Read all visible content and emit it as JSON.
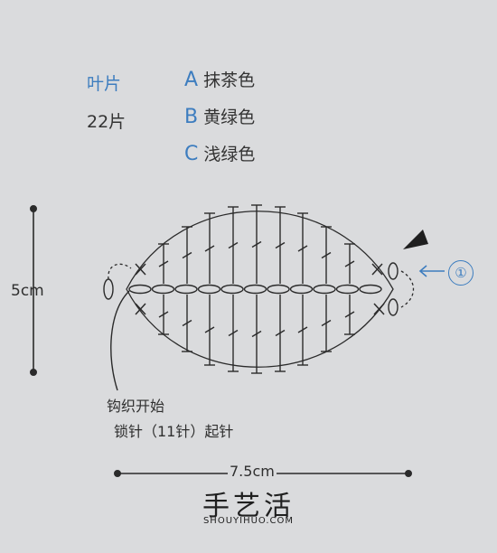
{
  "legend": {
    "title": "叶片",
    "count": "22片",
    "colors": [
      {
        "letter": "A",
        "name": "抹茶色"
      },
      {
        "letter": "B",
        "name": "黄绿色"
      },
      {
        "letter": "C",
        "name": "浅绿色"
      }
    ]
  },
  "dimensions": {
    "height": "5cm",
    "width": "7.5cm"
  },
  "instructions": {
    "line1": "钩织开始",
    "line2": "锁针（11针）起针"
  },
  "row_marker": "①",
  "watermark": {
    "chinese": "手艺活",
    "english": "SHOUYIHUO.COM"
  },
  "colors": {
    "accent": "#3d7dbf",
    "ink": "#2b2b2b",
    "background": "#dadbdd"
  }
}
